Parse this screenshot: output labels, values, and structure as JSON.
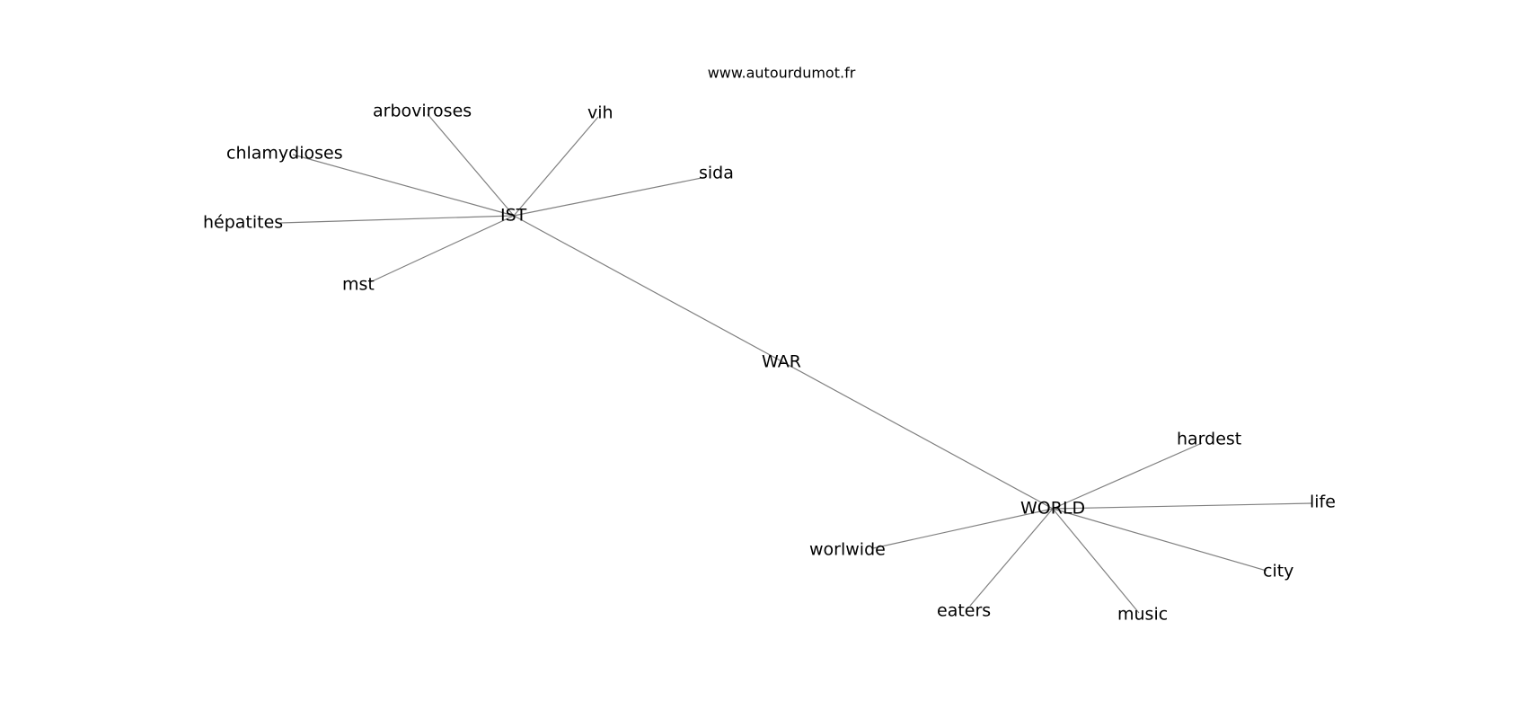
{
  "source_text": "www.autourdumot.fr",
  "colors": {
    "edge": "#808080",
    "text": "#000000",
    "background": "#ffffff"
  },
  "nodes": [
    {
      "id": "ist",
      "label": "IST"
    },
    {
      "id": "arboviroses",
      "label": "arboviroses"
    },
    {
      "id": "vih",
      "label": "vih"
    },
    {
      "id": "chlamydioses",
      "label": "chlamydioses"
    },
    {
      "id": "sida",
      "label": "sida"
    },
    {
      "id": "hepatites",
      "label": "hépatites"
    },
    {
      "id": "mst",
      "label": "mst"
    },
    {
      "id": "war",
      "label": "WAR"
    },
    {
      "id": "world",
      "label": "WORLD"
    },
    {
      "id": "hardest",
      "label": "hardest"
    },
    {
      "id": "life",
      "label": "life"
    },
    {
      "id": "worlwide",
      "label": "worlwide"
    },
    {
      "id": "city",
      "label": "city"
    },
    {
      "id": "eaters",
      "label": "eaters"
    },
    {
      "id": "music",
      "label": "music"
    }
  ],
  "edges": [
    [
      "ist",
      "arboviroses"
    ],
    [
      "ist",
      "vih"
    ],
    [
      "ist",
      "chlamydioses"
    ],
    [
      "ist",
      "sida"
    ],
    [
      "ist",
      "hepatites"
    ],
    [
      "ist",
      "mst"
    ],
    [
      "ist",
      "war"
    ],
    [
      "war",
      "world"
    ],
    [
      "world",
      "hardest"
    ],
    [
      "world",
      "life"
    ],
    [
      "world",
      "worlwide"
    ],
    [
      "world",
      "city"
    ],
    [
      "world",
      "eaters"
    ],
    [
      "world",
      "music"
    ]
  ]
}
